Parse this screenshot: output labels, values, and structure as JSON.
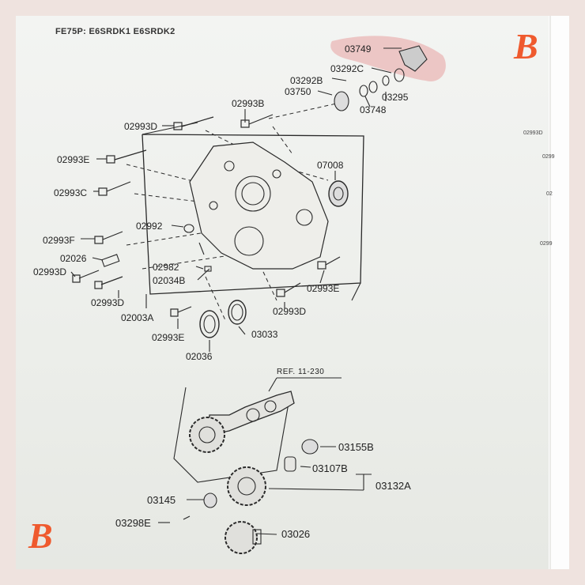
{
  "header": "FE75P: E6SRDK1 E6SRDK2",
  "ref": "REF. 11-230",
  "brand": {
    "logo_char": "B",
    "color": "#ef5a2e"
  },
  "highlight_color": "#e8a0a0",
  "parts": {
    "p03749": "03749",
    "p03292C": "03292C",
    "p03292B": "03292B",
    "p03750": "03750",
    "p03295": "03295",
    "p03748": "03748",
    "p02993B": "02993B",
    "p02993D_top": "02993D",
    "p02993E_a": "02993E",
    "p02993C": "02993C",
    "p07008": "07008",
    "p02992": "02992",
    "p02993F": "02993F",
    "p02026": "02026",
    "p02993D_l": "02993D",
    "p02982": "02982",
    "p02034B": "02034B",
    "p02993E_b": "02993E",
    "p02993D_b": "02993D",
    "p02003A": "02003A",
    "p02993D_c": "02993D",
    "p02993E_c": "02993E",
    "p03033": "03033",
    "p02036": "02036",
    "p03155B": "03155B",
    "p03107B": "03107B",
    "p03132A": "03132A",
    "p03145": "03145",
    "p03298E": "03298E",
    "p03026": "03026"
  },
  "right_page": [
    "02993D",
    "0299",
    "02",
    "0299"
  ]
}
